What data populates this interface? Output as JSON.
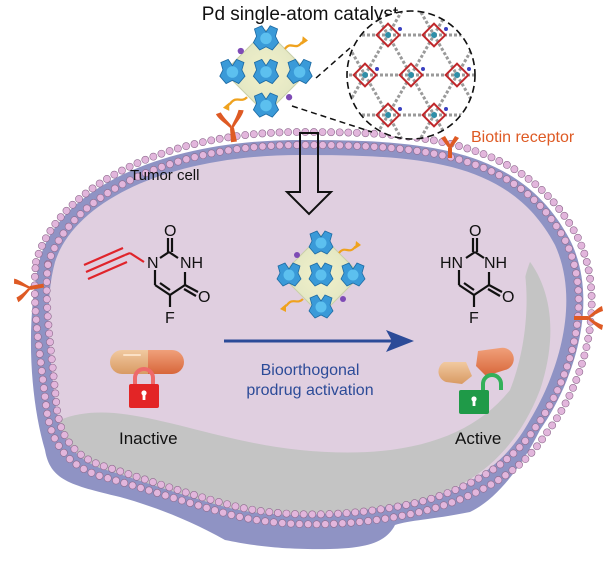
{
  "title": "Pd single-atom catalyst",
  "labels": {
    "receptor": "Biotin receptor",
    "cell": "Tumor cell",
    "process_line1": "Bioorthogonal",
    "process_line2": "prodrug activation",
    "inactive": "Inactive",
    "active": "Active"
  },
  "molecules": {
    "prodrug": {
      "atoms": [
        "O",
        "N",
        "NH",
        "O",
        "F"
      ],
      "protecting_group": "propargyl"
    },
    "drug": {
      "atoms": [
        "O",
        "HN",
        "NH",
        "O",
        "F"
      ]
    }
  },
  "icons": {
    "inactive_lock": "locked-padlock-icon",
    "active_lock": "unlocked-padlock-icon",
    "capsule": "capsule-icon",
    "receptor": "y-shaped-receptor-icon",
    "catalyst": "mof-nanoparticle-icon"
  },
  "colors": {
    "membrane": "#8f93c4",
    "cytoplasm": "#e0cfe0",
    "nucleus_shadow": "#c4c4c4",
    "lipid": "#e2b6dc",
    "receptor": "#de5a24",
    "arrow": "#2c4b98",
    "process_text": "#2c4b98",
    "lock_red": "#e32526",
    "lock_green": "#1f9a48",
    "prodrug_group": "#e0242b"
  }
}
